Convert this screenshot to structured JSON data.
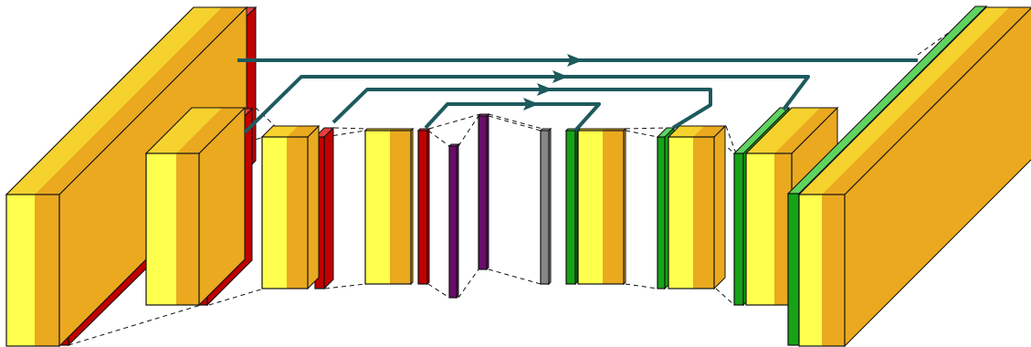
{
  "diagram": {
    "type": "encoder-decoder-network",
    "colors": {
      "conv_front": "#ffff4d",
      "conv_side": "#eaa91f",
      "conv_top": "#f5d22e",
      "pool": "#c00000",
      "pool_top": "#e04040",
      "bottleneck": "#6a0c6a",
      "bottleneck_top": "#9a3a9a",
      "unpool": "#868686",
      "unpool_top": "#b0b0b0",
      "upsample": "#16a316",
      "upsample_top": "#5fd35f",
      "skip_arrow": "#1d5a5e"
    },
    "stage_order": [
      {
        "name": "stage-1",
        "conv": "conv-block-1",
        "layer": "pool-block-1",
        "kind": "pool"
      },
      {
        "name": "stage-2",
        "conv": "conv-block-2",
        "layer": "pool-block-2",
        "kind": "pool"
      },
      {
        "name": "stage-3",
        "conv": "conv-block-3",
        "layer": "pool-block-3",
        "kind": "pool"
      },
      {
        "name": "stage-4",
        "conv": "conv-block-4",
        "layer": "pool-block-4",
        "kind": "pool"
      },
      {
        "name": "bottleneck",
        "layer": "bottleneck-block",
        "kind": "bottleneck"
      },
      {
        "name": "stage-5",
        "layer": "unpool-block",
        "kind": "unpool"
      },
      {
        "name": "stage-6",
        "conv": "conv-block-5",
        "layer": "upsample-block-1",
        "kind": "upsample"
      },
      {
        "name": "stage-7",
        "conv": "conv-block-6",
        "layer": "upsample-block-2",
        "kind": "upsample"
      },
      {
        "name": "stage-8",
        "conv": "conv-block-7",
        "layer": "upsample-block-3",
        "kind": "upsample"
      },
      {
        "name": "stage-9",
        "conv": "conv-block-8",
        "layer": "upsample-block-4",
        "kind": "upsample"
      }
    ],
    "skip_connections": [
      {
        "from": "stage-1",
        "to": "stage-9"
      },
      {
        "from": "stage-2",
        "to": "stage-8"
      },
      {
        "from": "stage-3",
        "to": "stage-7"
      },
      {
        "from": "stage-4",
        "to": "stage-6"
      }
    ]
  }
}
